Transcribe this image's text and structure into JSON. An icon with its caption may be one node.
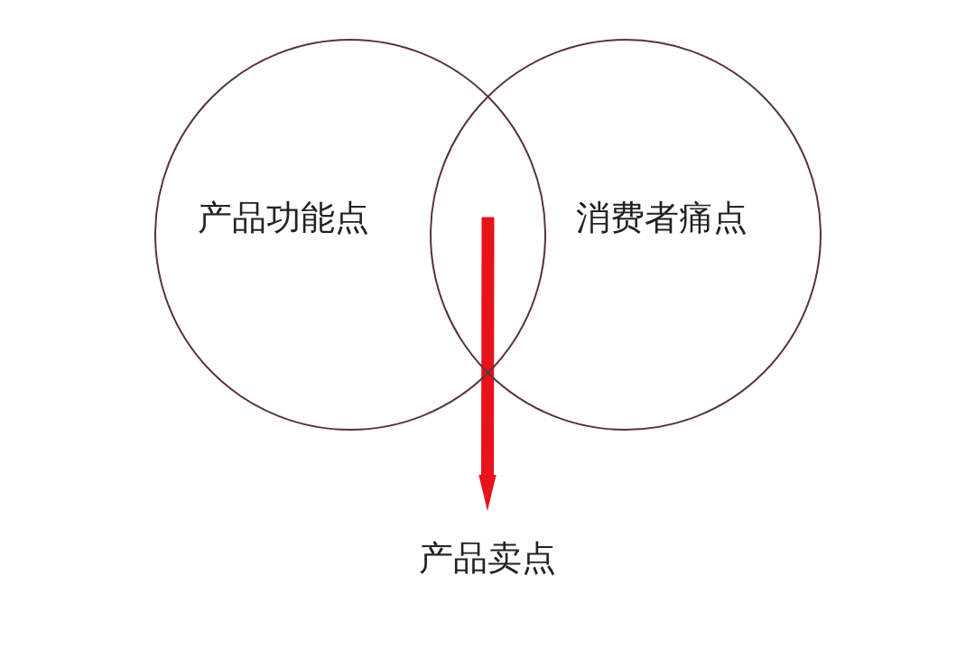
{
  "diagram": {
    "nodes": [
      {
        "text": [
          "产品功能点"
        ]
      },
      {
        "text": [
          "消费者痛点"
        ]
      },
      {
        "text": [
          "产品卖点"
        ]
      }
    ],
    "edges": [
      {
        "from": 0,
        "to": 2,
        "arrow": "to",
        "color": "#e8121a"
      },
      {
        "from": 1,
        "to": 2,
        "arrow": "to",
        "color": "#e8121a"
      }
    ]
  }
}
